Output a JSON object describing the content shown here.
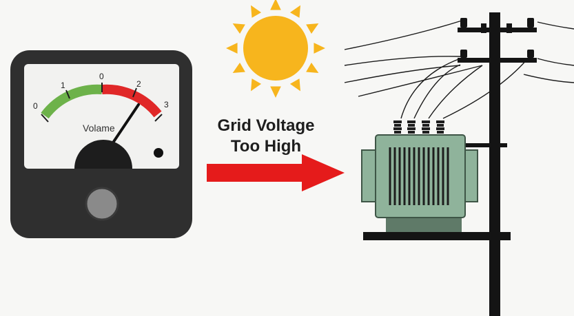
{
  "meter": {
    "label": "Volame",
    "ticks": [
      "0",
      "1",
      "0",
      "2",
      "3"
    ],
    "colors": {
      "green": "#6db24a",
      "red": "#e02828",
      "body": "#2f2f2f",
      "face": "#f2f2f0"
    }
  },
  "caption": {
    "line1": "Grid Voltage",
    "line2": "Too High"
  },
  "icons": {
    "sun": "sun-icon",
    "arrow": "arrow-right-icon",
    "transformer": "transformer-icon",
    "pole": "utility-pole-icon"
  },
  "colors": {
    "sun": "#f7b51d",
    "arrow": "#e51b1b",
    "transformer": "#8fb39b",
    "pole": "#141414"
  }
}
